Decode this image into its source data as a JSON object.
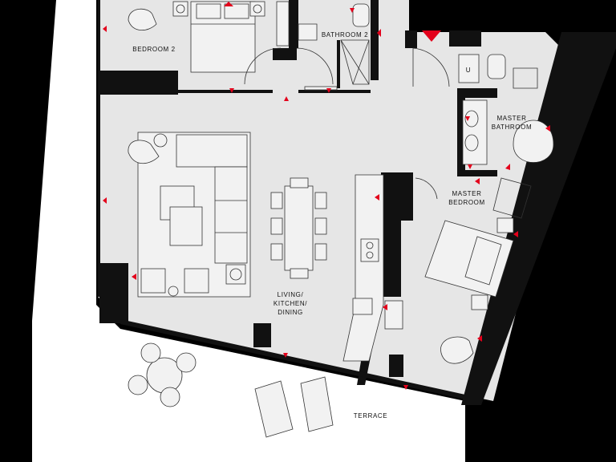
{
  "rooms": {
    "bedroom2": "BEDROOM 2",
    "bathroom2": "BATHROOM 2",
    "master_bathroom_line1": "MASTER",
    "master_bathroom_line2": "BATHROOM",
    "master_bedroom_line1": "MASTER",
    "master_bedroom_line2": "BEDROOM",
    "living_line1": "LIVING/",
    "living_line2": "KITCHEN/",
    "living_line3": "DINING",
    "terrace": "TERRACE",
    "utility": "U"
  },
  "colors": {
    "background": "#000000",
    "terrace": "#ffffff",
    "interior": "#e6e6e6",
    "walls": "#111111",
    "markers": "#e3001b"
  }
}
